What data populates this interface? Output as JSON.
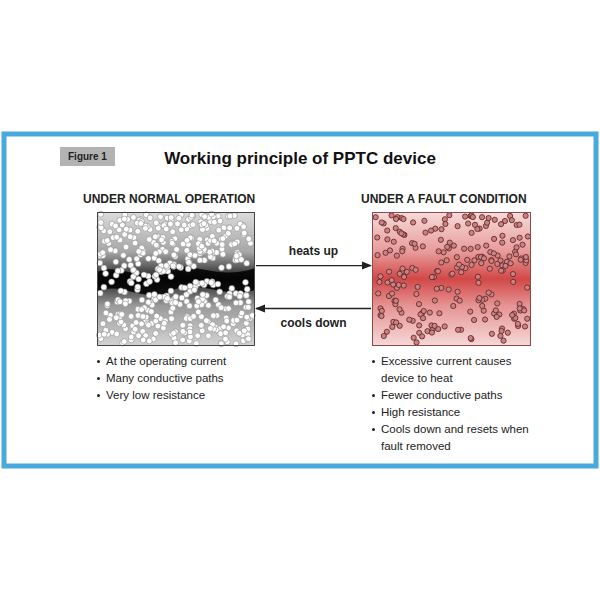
{
  "diagram": {
    "title": "Working principle of PPTC device",
    "nodes": [
      {
        "text": [
          "Figure 1"
        ]
      },
      {
        "text": [
          "UNDER NORMAL OPERATION"
        ]
      },
      {
        "text": [
          "UNDER A FAULT CONDITION"
        ]
      }
    ],
    "edges": [
      {
        "from": 1,
        "to": 2,
        "label": "heats up",
        "arrow": "to"
      },
      {
        "from": 2,
        "to": 1,
        "label": "cools down",
        "arrow": "to"
      }
    ],
    "labels": [
      "At the operating current",
      "Many conductive paths",
      "Very low resistance",
      "Excessive current causes device to heat",
      "Fewer conductive paths",
      "High resistance",
      "Cools down and resets when fault removed"
    ]
  }
}
